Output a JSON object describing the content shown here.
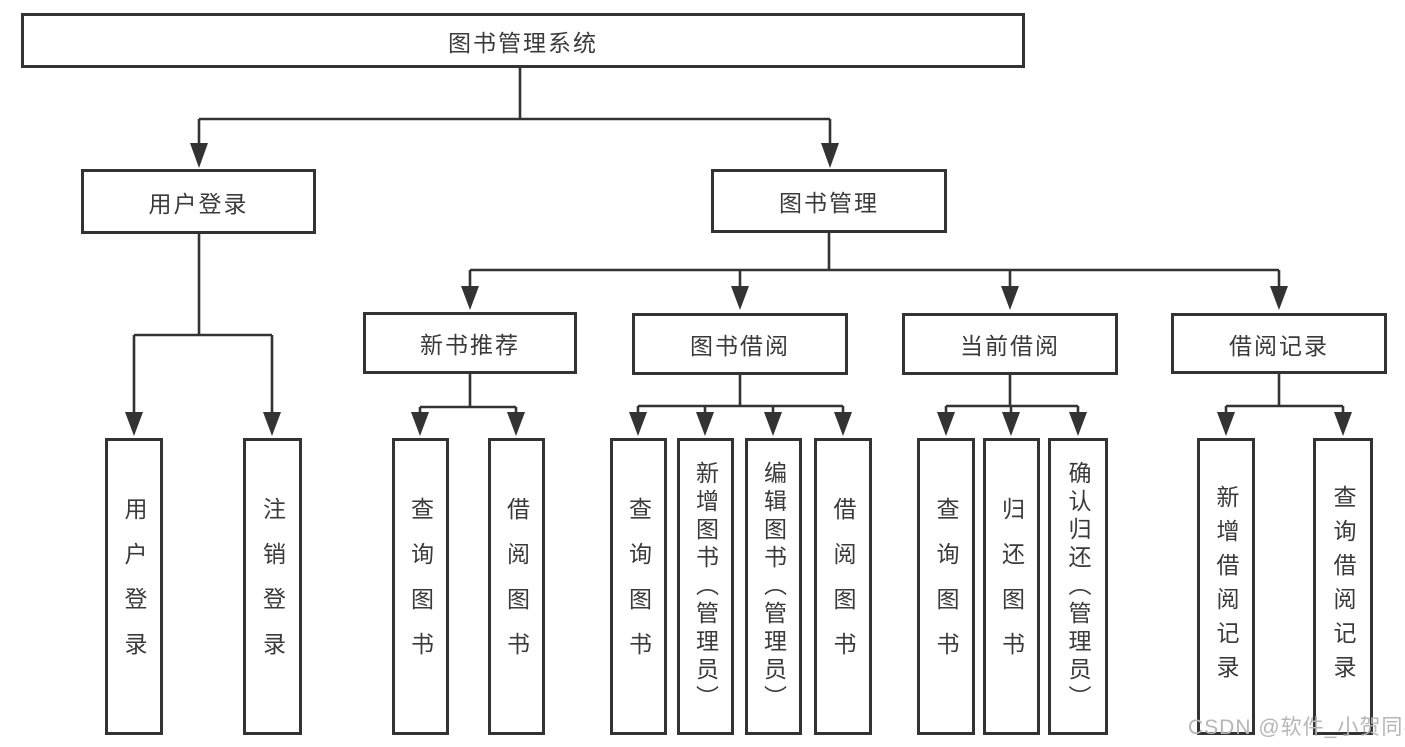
{
  "diagram": {
    "title": "图书管理系统",
    "nodes": {
      "root": "图书管理系统",
      "user_login": "用户登录",
      "book_mgmt": "图书管理",
      "new_book_rec": "新书推荐",
      "book_borrow": "图书借阅",
      "current_borrow": "当前借阅",
      "borrow_record": "借阅记录",
      "leaf_user_login": "用户登录",
      "leaf_logout": "注销登录",
      "rec_query_book": "查询图书",
      "rec_borrow_book": "借阅图书",
      "bb_query_book": "查询图书",
      "bb_add_book": "新增图书（管理员）",
      "bb_edit_book": "编辑图书（管理员）",
      "bb_borrow_book": "借阅图书",
      "cb_query_book": "查询图书",
      "cb_return_book": "归还图书",
      "cb_confirm_return": "确认归还（管理员）",
      "br_add_record": "新增借阅记录",
      "br_query_record": "查询借阅记录"
    }
  },
  "watermark": "CSDN @软件_小贺同学",
  "colors": {
    "line": "#333333",
    "box_border": "#333333",
    "text": "#3a3a3a",
    "watermark": "#b6b6b6",
    "background": "#ffffff"
  }
}
